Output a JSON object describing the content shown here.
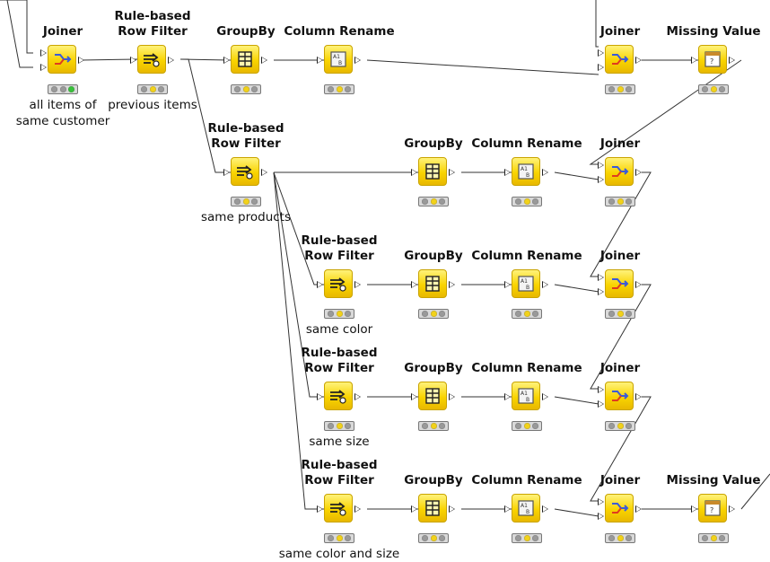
{
  "nodes": [
    {
      "id": "n1",
      "type": "joiner",
      "title": "Joiner",
      "label": "all items of\nsame customer",
      "status": "green"
    },
    {
      "id": "n2",
      "type": "rowfilter",
      "title": "Rule-based\nRow Filter",
      "label": "previous items",
      "status": "yellow"
    },
    {
      "id": "n3",
      "type": "groupby",
      "title": "GroupBy",
      "label": "",
      "status": "yellow"
    },
    {
      "id": "n4",
      "type": "rename",
      "title": "Column Rename",
      "label": "",
      "status": "yellow"
    },
    {
      "id": "n5",
      "type": "joiner",
      "title": "Joiner",
      "label": "",
      "status": "yellow"
    },
    {
      "id": "n6",
      "type": "missing",
      "title": "Missing Value",
      "label": "",
      "status": "yellow"
    },
    {
      "id": "n7",
      "type": "rowfilter",
      "title": "Rule-based\nRow Filter",
      "label": "same products",
      "status": "yellow"
    },
    {
      "id": "n8",
      "type": "groupby",
      "title": "GroupBy",
      "label": "",
      "status": "yellow"
    },
    {
      "id": "n9",
      "type": "rename",
      "title": "Column Rename",
      "label": "",
      "status": "yellow"
    },
    {
      "id": "n10",
      "type": "joiner",
      "title": "Joiner",
      "label": "",
      "status": "yellow"
    },
    {
      "id": "n11",
      "type": "rowfilter",
      "title": "Rule-based\nRow Filter",
      "label": "same color",
      "status": "yellow"
    },
    {
      "id": "n12",
      "type": "groupby",
      "title": "GroupBy",
      "label": "",
      "status": "yellow"
    },
    {
      "id": "n13",
      "type": "rename",
      "title": "Column Rename",
      "label": "",
      "status": "yellow"
    },
    {
      "id": "n14",
      "type": "joiner",
      "title": "Joiner",
      "label": "",
      "status": "yellow"
    },
    {
      "id": "n15",
      "type": "rowfilter",
      "title": "Rule-based\nRow Filter",
      "label": "same size",
      "status": "yellow"
    },
    {
      "id": "n16",
      "type": "groupby",
      "title": "GroupBy",
      "label": "",
      "status": "yellow"
    },
    {
      "id": "n17",
      "type": "rename",
      "title": "Column Rename",
      "label": "",
      "status": "yellow"
    },
    {
      "id": "n18",
      "type": "joiner",
      "title": "Joiner",
      "label": "",
      "status": "yellow"
    },
    {
      "id": "n19",
      "type": "rowfilter",
      "title": "Rule-based\nRow Filter",
      "label": "same color and size",
      "status": "yellow"
    },
    {
      "id": "n20",
      "type": "groupby",
      "title": "GroupBy",
      "label": "",
      "status": "yellow"
    },
    {
      "id": "n21",
      "type": "rename",
      "title": "Column Rename",
      "label": "",
      "status": "yellow"
    },
    {
      "id": "n22",
      "type": "joiner",
      "title": "Joiner",
      "label": "",
      "status": "yellow"
    },
    {
      "id": "n23",
      "type": "missing",
      "title": "Missing Value",
      "label": "",
      "status": "yellow"
    }
  ]
}
